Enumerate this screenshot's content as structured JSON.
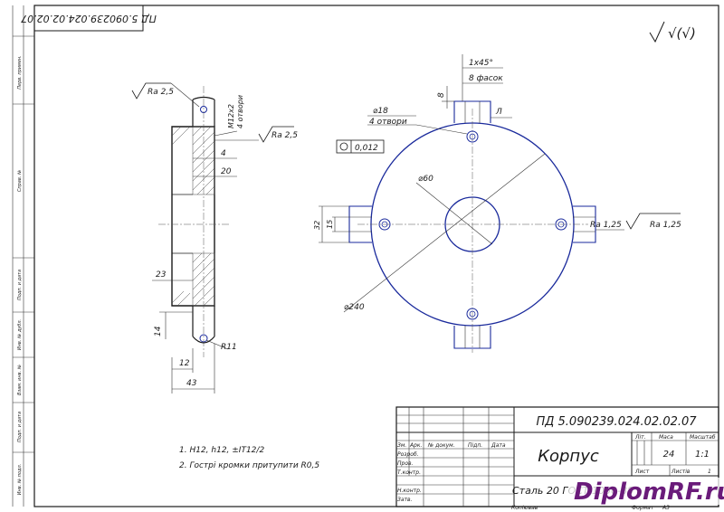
{
  "stamp_rotated": "ПД 5.090239.024.02.02.07",
  "roughness_symbol": "√(√)",
  "side_view": {
    "ra_top": "Ra 2,5",
    "ra_right": "Ra 2,5",
    "thread": "M12x2",
    "thread_count": "4 отвори",
    "dim_4": "4",
    "dim_20": "20",
    "dim_23": "23",
    "dim_14": "14",
    "dim_12": "12",
    "dim_43": "43",
    "radius": "R11"
  },
  "front_view": {
    "chamfer_size": "1x45°",
    "chamfer_count": "8 фасок",
    "dim_8": "8",
    "dim_l": "Л",
    "hole_diameter": "⌀18",
    "hole_count": "4 отвори",
    "flatness_value": "0,012",
    "inner_diameter": "⌀60",
    "outer_diameter": "⌀240",
    "dim_32": "32",
    "dim_15": "15",
    "ra_slot": "Ra 1,25",
    "ra_slot2": "Ra 1,25"
  },
  "notes": [
    "1. H12, h12, ±IT12/2",
    "2. Гострі кромки притупити R0,5"
  ],
  "title_block": {
    "document_code": "ПД 5.090239.024.02.02.07",
    "part_name": "Корпус",
    "material": "Сталь 20 ГОСТ 1050-88",
    "col_lit": "Літ.",
    "col_mass": "Маса",
    "col_scale": "Масштаб",
    "mass": "24",
    "scale": "1:1",
    "sheet_label": "Лист",
    "sheets_label": "Листів",
    "sheets_value": "1",
    "rows": [
      "Зм.",
      "Арк.",
      "№ докум.",
      "Підп.",
      "Дата"
    ],
    "roles": [
      "Розроб.",
      "Пров.",
      "Т.контр.",
      "Н.контр.",
      "Затв."
    ],
    "copied": "Копіював",
    "format_label": "Формат",
    "format_value": "А3"
  },
  "left_strip": [
    "Перв. примен.",
    "Справ. №",
    "Подп. и дата",
    "Инв. № дубл.",
    "Взам. инв. №",
    "Подп. и дата",
    "Инв. № подл."
  ],
  "watermark": "DiplomRF.ru"
}
